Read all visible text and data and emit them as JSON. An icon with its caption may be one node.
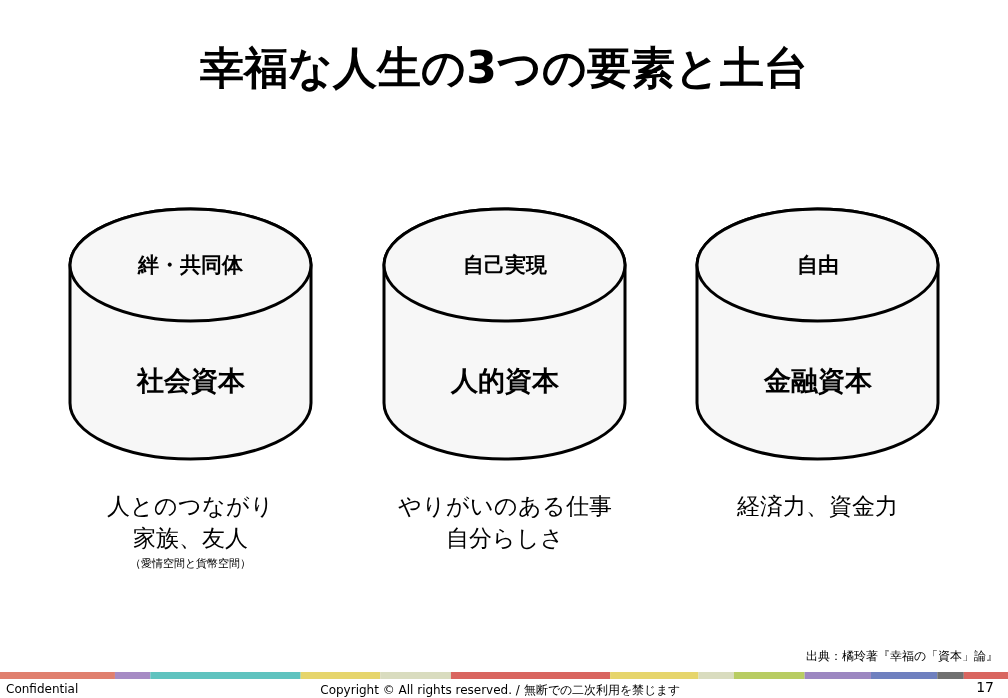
{
  "diagram": {
    "title": "幸福な人生の3つの要素と土台",
    "nodes": [
      {
        "text": [
          "絆・共同体",
          "社会資本"
        ],
        "beside": [
          "人とのつながり家族、友人",
          "（愛情空間と貨幣空間）"
        ]
      },
      {
        "text": [
          "自己実現",
          "人的資本"
        ],
        "beside": [
          "やりがいのある仕事自分らしさ"
        ]
      },
      {
        "text": [
          "自由",
          "金融資本"
        ],
        "beside": [
          "経済力、資金力"
        ]
      }
    ],
    "labels": [
      "出典：橘玲著『幸福の「資本」論』",
      "Confidential",
      "Copyright © All rights reserved. / 無断での二次利用を禁じます",
      "17"
    ]
  }
}
